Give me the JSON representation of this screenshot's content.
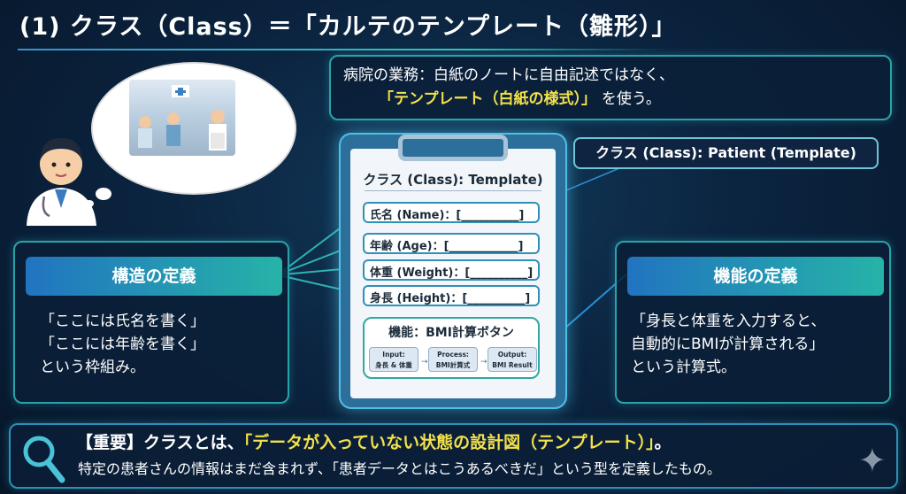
{
  "title": "(1) クラス（Class）＝「カルテのテンプレート（雛形）」",
  "top_callout": {
    "line1": "病院の業務：白紙のノートに自由記述ではなく、",
    "line2_highlight": "「テンプレート（白紙の様式）」",
    "line2_rest": "を使う。"
  },
  "class_label": "クラス (Class): Patient (Template)",
  "clipboard": {
    "title": "クラス (Class): Template)",
    "fields": [
      "氏名 (Name)：[__________]",
      "年齢 (Age)：[____________]",
      "体重 (Weight)：[__________]",
      "身長 (Height)：[__________]"
    ],
    "function_title": "機能：BMI計算ボタン",
    "steps": [
      {
        "l1": "Input:",
        "l2": "身長 & 体重"
      },
      {
        "l1": "Process:",
        "l2": "BMI計算式"
      },
      {
        "l1": "Output:",
        "l2": "BMI Result"
      }
    ]
  },
  "left_panel": {
    "header": "構造の定義",
    "lines": [
      "「ここには氏名を書く」",
      "「ここには年齢を書く」",
      "という枠組み。"
    ]
  },
  "right_panel": {
    "header": "機能の定義",
    "lines": [
      "「身長と体重を入力すると、",
      "自動的にBMIが計算される」",
      "という計算式。"
    ]
  },
  "bottom": {
    "prefix": "【重要】クラスとは、",
    "highlight": "「データが入っていない状態の設計図（テンプレート）」",
    "suffix": "。",
    "line2": "特定の患者さんの情報はまだ含まれず、「患者データとはこうあるべきだ」という型を定義したもの。"
  },
  "colors": {
    "accent_yellow": "#f3e14a",
    "teal": "#2aa3a8",
    "blue": "#2174c0"
  }
}
